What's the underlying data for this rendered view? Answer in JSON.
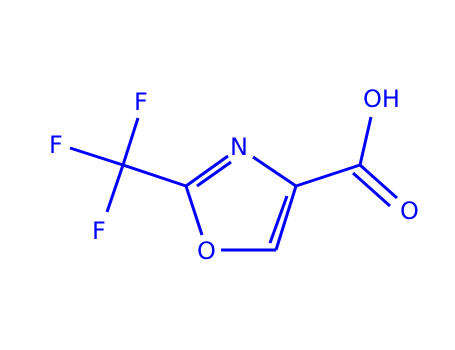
{
  "structure_type": "skeletal chemical structure",
  "color": "#0000ff",
  "atoms": {
    "F1": "F",
    "F2": "F",
    "F3": "F",
    "N": "N",
    "O_ring": "O",
    "OH": "OH",
    "O_carbonyl": "O"
  }
}
